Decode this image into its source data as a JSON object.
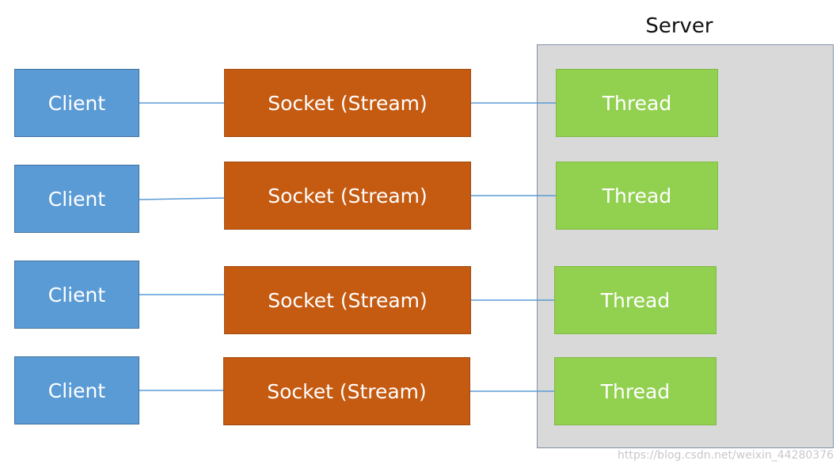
{
  "server_label": "Server",
  "rows": [
    {
      "client": "Client",
      "socket": "Socket (Stream)",
      "thread": "Thread"
    },
    {
      "client": "Client",
      "socket": "Socket (Stream)",
      "thread": "Thread"
    },
    {
      "client": "Client",
      "socket": "Socket (Stream)",
      "thread": "Thread"
    },
    {
      "client": "Client",
      "socket": "Socket (Stream)",
      "thread": "Thread"
    }
  ],
  "watermark": "https://blog.csdn.net/weixin_44280376",
  "colors": {
    "client": "#5b9bd5",
    "socket": "#c55a11",
    "thread": "#92d050",
    "server_background": "#d9d9d9",
    "connector": "#5b9bd5"
  }
}
